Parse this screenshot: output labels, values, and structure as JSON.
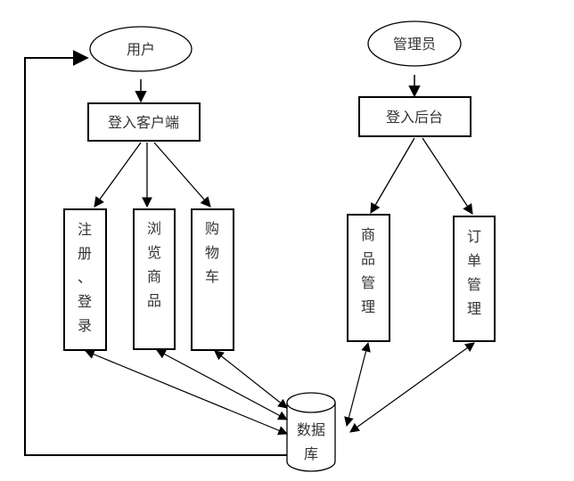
{
  "diagram": {
    "actors": {
      "user": "用户",
      "admin": "管理员"
    },
    "entry_points": {
      "client_login": "登入客户端",
      "backend_login": "登入后台"
    },
    "modules": {
      "register_login": [
        "注",
        "册",
        "、",
        "登",
        "录"
      ],
      "browse_products": [
        "浏",
        "览",
        "商",
        "品"
      ],
      "shopping_cart": [
        "购",
        "物",
        "车"
      ],
      "product_management": [
        "商",
        "品",
        "管",
        "理"
      ],
      "order_management": [
        "订",
        "单",
        "管",
        "理"
      ]
    },
    "database": [
      "数据",
      "库"
    ]
  }
}
